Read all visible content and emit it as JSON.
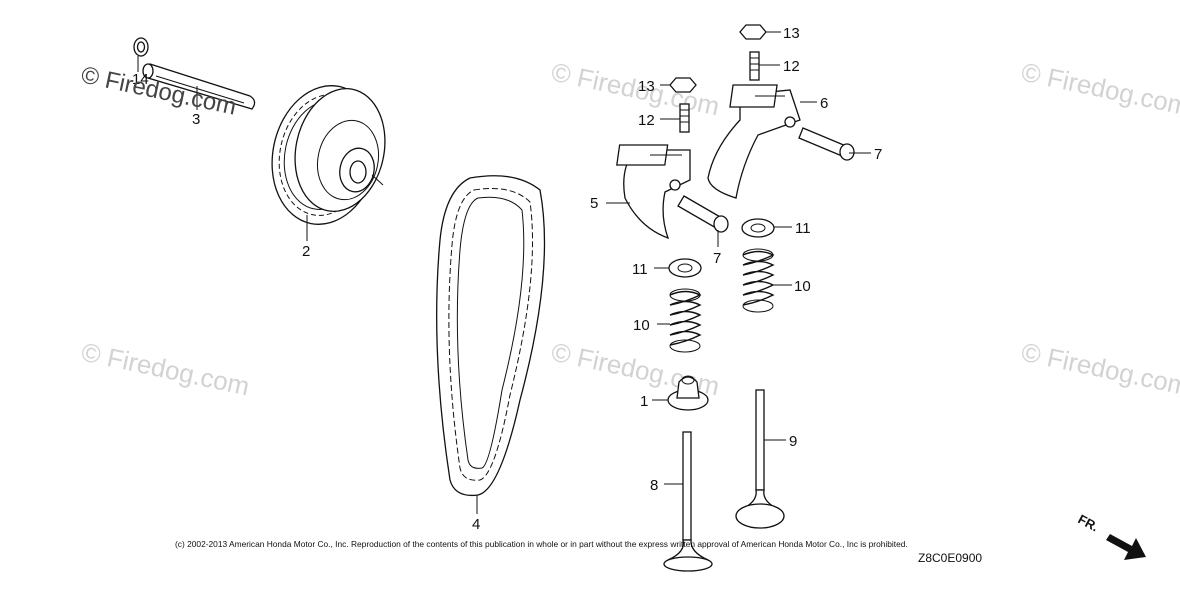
{
  "watermarks": {
    "main": "© Firedog.com",
    "repeat": "© Firedog.com"
  },
  "callouts": [
    {
      "id": "c1",
      "label": "1"
    },
    {
      "id": "c2",
      "label": "2"
    },
    {
      "id": "c3",
      "label": "3"
    },
    {
      "id": "c4",
      "label": "4"
    },
    {
      "id": "c5",
      "label": "5"
    },
    {
      "id": "c6",
      "label": "6"
    },
    {
      "id": "c7a",
      "label": "7"
    },
    {
      "id": "c7b",
      "label": "7"
    },
    {
      "id": "c8",
      "label": "8"
    },
    {
      "id": "c9",
      "label": "9"
    },
    {
      "id": "c10a",
      "label": "10"
    },
    {
      "id": "c10b",
      "label": "10"
    },
    {
      "id": "c11a",
      "label": "11"
    },
    {
      "id": "c11b",
      "label": "11"
    },
    {
      "id": "c12a",
      "label": "12"
    },
    {
      "id": "c12b",
      "label": "12"
    },
    {
      "id": "c13a",
      "label": "13"
    },
    {
      "id": "c13b",
      "label": "13"
    },
    {
      "id": "c14",
      "label": "14"
    }
  ],
  "copyright": "(c) 2002-2013 American Honda Motor Co., Inc. Reproduction of the contents of this publication in whole or in part without the express written approval of American Honda Motor Co., Inc is prohibited.",
  "diagram_code": "Z8C0E0900",
  "direction_label": "FR.",
  "icons": {
    "direction_arrow": "arrow-front-icon"
  }
}
